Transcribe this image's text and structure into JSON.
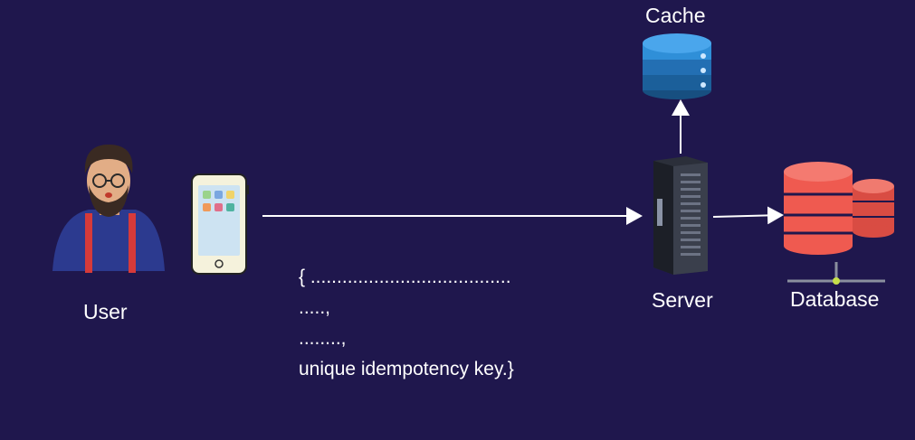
{
  "labels": {
    "user": "User",
    "cache": "Cache",
    "server": "Server",
    "database": "Database"
  },
  "payload": {
    "line1": "{ ......................................",
    "line2": ".....,",
    "line3": "........,",
    "line4": "unique idempotency key.}"
  },
  "colors": {
    "background": "#1f174d",
    "arrow": "#ffffff",
    "cache": "#2f8fd8",
    "database": "#ef5a50",
    "server": "#2b2f3a"
  },
  "icons": {
    "user": "person-avatar-icon",
    "phone": "smartphone-icon",
    "server": "server-tower-icon",
    "cache": "cache-database-icon",
    "database": "database-cylinders-icon"
  }
}
